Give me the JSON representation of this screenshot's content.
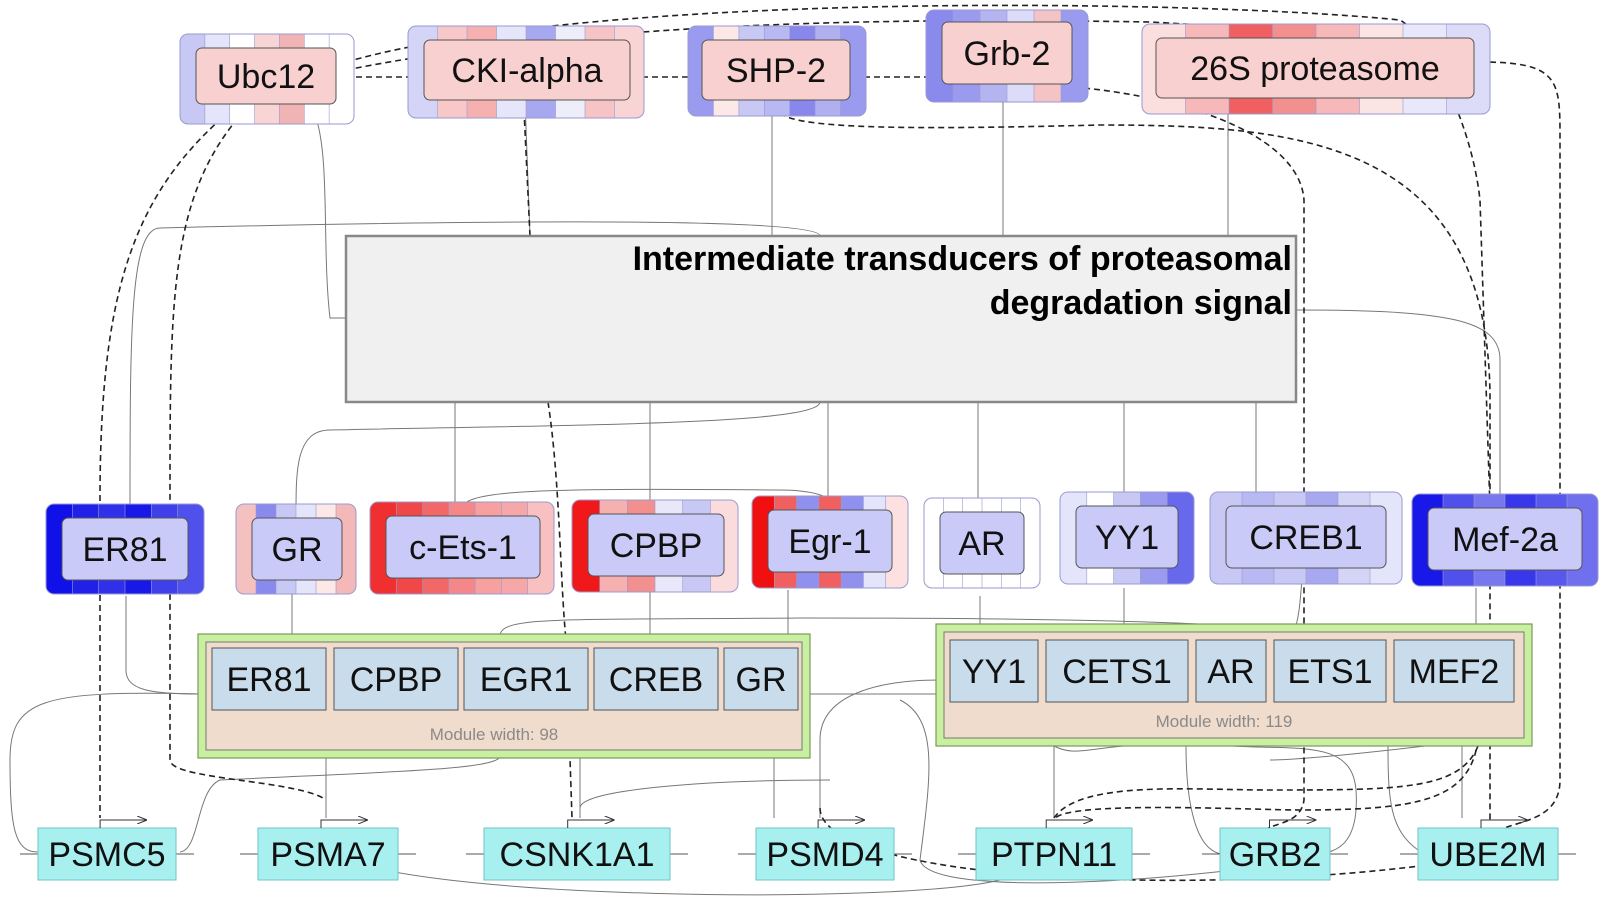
{
  "top_nodes": [
    {
      "id": "ubc12",
      "label": "Ubc12",
      "colors": [
        "#c8c8f4",
        "#e4e4fa",
        "#ffffff",
        "#f8d4d4",
        "#f0b4b4",
        "#ffffff",
        "#ffffff"
      ]
    },
    {
      "id": "ckialpha",
      "label": "CKI-alpha",
      "colors": [
        "#d4d4f6",
        "#f8c8c8",
        "#f6b0b0",
        "#e6e6fa",
        "#a8a8f0",
        "#eeeefa",
        "#f6c4c4",
        "#f8d4d4"
      ]
    },
    {
      "id": "shp2",
      "label": "SHP-2",
      "colors": [
        "#9a9aee",
        "#fde8e8",
        "#c8c8f4",
        "#b8b8f2",
        "#8888ec",
        "#b0b0f0",
        "#9a9aee"
      ]
    },
    {
      "id": "grb2",
      "label": "Grb-2",
      "colors": [
        "#8a8aec",
        "#9a9aee",
        "#b4b4f0",
        "#dcdcf8",
        "#f4c4c4",
        "#9a9aee"
      ]
    },
    {
      "id": "proteasome",
      "label": "26S proteasome",
      "colors": [
        "#fbdede",
        "#f6b8b8",
        "#f06060",
        "#f29090",
        "#f6b8b8",
        "#fbe4e4",
        "#e8e8fa",
        "#dcdcf8"
      ]
    }
  ],
  "title": {
    "line1": "Intermediate transducers of proteasomal",
    "line2": "degradation signal"
  },
  "mid_nodes": [
    {
      "id": "er81",
      "label": "ER81",
      "colors": [
        "#1010e8",
        "#2020e8",
        "#3030ea",
        "#1818e8",
        "#4040ea",
        "#5050ec"
      ]
    },
    {
      "id": "gr",
      "label": "GR",
      "colors": [
        "#f4c0c0",
        "#8a8aee",
        "#c8c8f4",
        "#e4e4fa",
        "#fde8e8",
        "#f4b8b8"
      ]
    },
    {
      "id": "cets1",
      "label": "c-Ets-1",
      "colors": [
        "#f03030",
        "#f04848",
        "#f26868",
        "#f48888",
        "#f6a0a0",
        "#f6a8a8",
        "#f8c0c0"
      ]
    },
    {
      "id": "cpbp",
      "label": "CPBP",
      "colors": [
        "#f01818",
        "#f6b0b0",
        "#f29090",
        "#e8e8fa",
        "#c8c8f4",
        "#fbdcdc"
      ]
    },
    {
      "id": "egr1",
      "label": "Egr-1",
      "colors": [
        "#f01010",
        "#f06060",
        "#9090ee",
        "#f06060",
        "#9090ee",
        "#e4e4fa",
        "#fde0e0"
      ]
    },
    {
      "id": "ar",
      "label": "AR",
      "colors": [
        "#ffffff",
        "#ffffff",
        "#ffffff",
        "#ffffff",
        "#ffffff",
        "#ffffff"
      ]
    },
    {
      "id": "yy1",
      "label": "YY1",
      "colors": [
        "#e4e4fa",
        "#ffffff",
        "#c8c8f4",
        "#9a9aee",
        "#6868ec"
      ]
    },
    {
      "id": "creb1",
      "label": "CREB1",
      "colors": [
        "#c8c8f4",
        "#b8b8f2",
        "#c8c8f4",
        "#a8a8f0",
        "#d4d4f6",
        "#e4e4fa"
      ]
    },
    {
      "id": "mef2a",
      "label": "Mef-2a",
      "colors": [
        "#1818e8",
        "#5050ec",
        "#7878ee",
        "#3838ea",
        "#5858ec",
        "#7070ee"
      ]
    }
  ],
  "modules": [
    {
      "id": "module-1",
      "members": [
        "ER81",
        "CPBP",
        "EGR1",
        "CREB",
        "GR"
      ],
      "caption": "Module width: 98"
    },
    {
      "id": "module-2",
      "members": [
        "YY1",
        "CETS1",
        "AR",
        "ETS1",
        "MEF2"
      ],
      "caption": "Module width: 119"
    }
  ],
  "genes": [
    "PSMC5",
    "PSMA7",
    "CSNK1A1",
    "PSMD4",
    "PTPN11",
    "GRB2",
    "UBE2M"
  ],
  "colors": {
    "node_fill": "#f9d0d0",
    "mid_node_fill": "#cacaf8",
    "module_border": "#c8f0a0",
    "module_fill": "#f0dccc",
    "module_member_fill": "#c8dcec",
    "gene_fill": "#a8f0f0",
    "title_box_fill": "#f0f0f0"
  }
}
